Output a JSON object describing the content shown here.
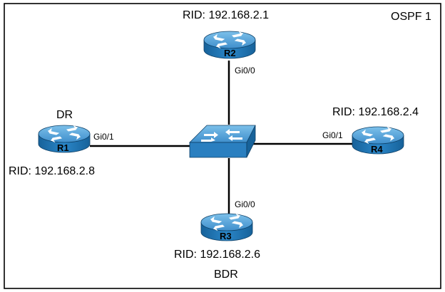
{
  "area": {
    "label": "OSPF 1"
  },
  "routers": [
    {
      "id": "r1",
      "name": "R1",
      "rid": "RID: 192.168.2.8",
      "role": "DR",
      "interface": "Gi0/1"
    },
    {
      "id": "r2",
      "name": "R2",
      "rid": "RID: 192.168.2.1",
      "role": "",
      "interface": "Gi0/0"
    },
    {
      "id": "r3",
      "name": "R3",
      "rid": "RID: 192.168.2.6",
      "role": "BDR",
      "interface": "Gi0/0"
    },
    {
      "id": "r4",
      "name": "R4",
      "rid": "RID: 192.168.2.4",
      "role": "",
      "interface": "Gi0/1"
    }
  ],
  "switch": {
    "icon": "switch-icon"
  },
  "colors": {
    "router_body": "#1f78b4",
    "router_top": "#5aa9dd",
    "switch_body": "#1f78b4",
    "switch_top": "#4b9bd3",
    "link": "#000000"
  }
}
